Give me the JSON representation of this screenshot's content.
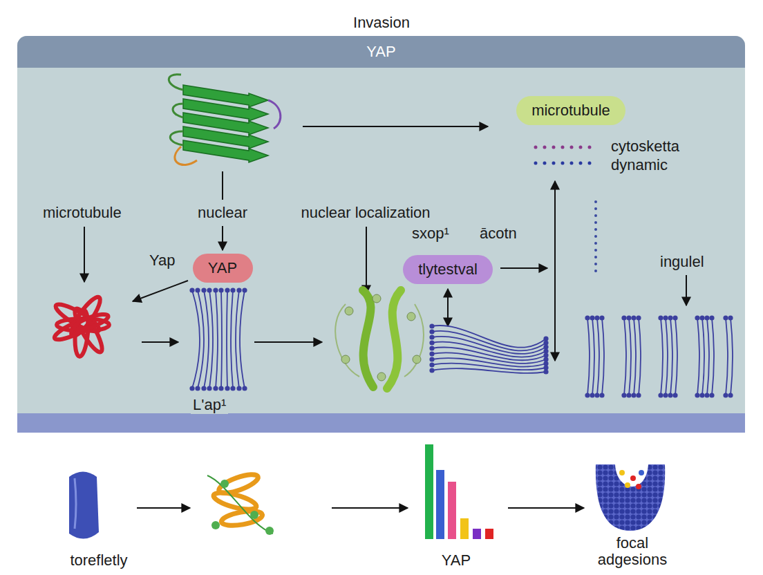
{
  "diagram": {
    "title": "Invasion",
    "nodes": [
      {
        "text": [
          "YAP"
        ]
      },
      {
        "text": [
          "microtubule"
        ]
      },
      {
        "text": [
          "YAP"
        ]
      },
      {
        "text": [
          "tlytestval"
        ]
      }
    ],
    "labels": [
      "cytosketta dynamic",
      "microtubule",
      "nuclear",
      "nuclear localization",
      "sxop¹",
      "ācotn",
      "ingulel",
      "Yap",
      "L'ap¹",
      "torefletly",
      "YAP",
      "focal adgesions"
    ]
  }
}
